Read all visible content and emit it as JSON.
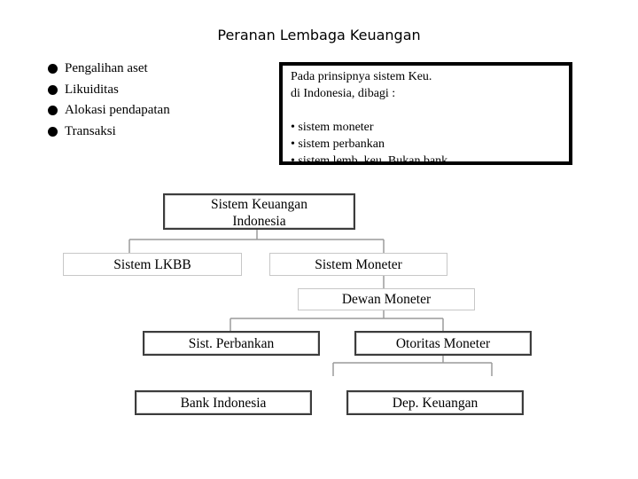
{
  "title": "Peranan Lembaga Keuangan",
  "bullets": [
    "Pengalihan aset",
    "Likuiditas",
    "Alokasi pendapatan",
    "Transaksi"
  ],
  "info_box": {
    "line1": "Pada prinsipnya sistem Keu.",
    "line2": "di Indonesia, dibagi :",
    "items": [
      "• sistem moneter",
      "• sistem perbankan",
      "• sistem lemb. keu. Bukan bank"
    ]
  },
  "nodes": {
    "root_line1": "Sistem Keuangan",
    "root_line2": "Indonesia",
    "lkbb": "Sistem LKBB",
    "moneter": "Sistem Moneter",
    "dewan": "Dewan Moneter",
    "perbankan": "Sist. Perbankan",
    "otoritas": "Otoritas Moneter",
    "bi": "Bank Indonesia",
    "depkeu": "Dep. Keuangan"
  }
}
